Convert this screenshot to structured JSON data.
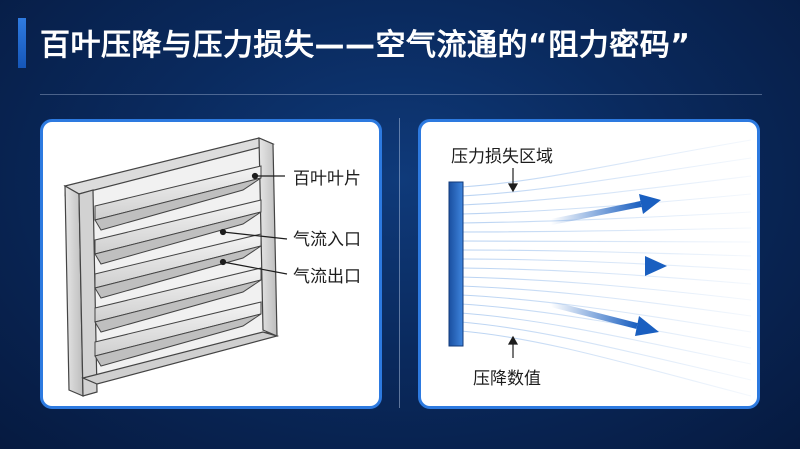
{
  "slide": {
    "title": "百叶压降与压力损失——空气流通的“阻力密码”"
  },
  "left_panel": {
    "labels": {
      "louver_blade": "百叶叶片",
      "air_inlet": "气流入口",
      "air_outlet": "气流出口"
    }
  },
  "right_panel": {
    "labels": {
      "pressure_loss_zone": "压力损失区域",
      "pressure_drop_value": "压降数值"
    }
  },
  "colors": {
    "accent": "#2d7ae0",
    "arrow": "#1a5fc0",
    "background": "#0a2a5e"
  }
}
